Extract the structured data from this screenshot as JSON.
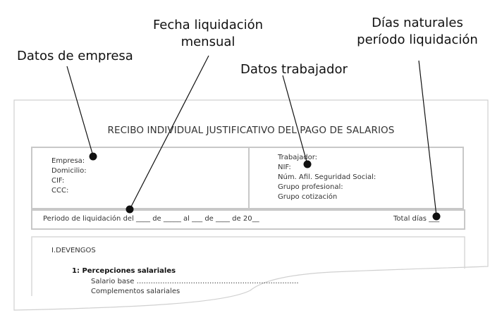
{
  "callouts": {
    "empresa": "Datos de empresa",
    "fecha": [
      "Fecha liquidación",
      "mensual"
    ],
    "trabajador": "Datos trabajador",
    "dias": [
      "Días naturales",
      "período liquidación"
    ]
  },
  "document": {
    "title": "RECIBO INDIVIDUAL JUSTIFICATIVO DEL PAGO DE SALARIOS",
    "empresa_fields": [
      "Empresa:",
      "Domicilio:",
      "CIF:",
      "CCC:"
    ],
    "trabajador_fields": [
      "Trabajador:",
      "NIF:",
      "Núm. Afil. Seguridad Social:",
      "Grupo profesional:",
      "Grupo cotización"
    ],
    "periodo": "Periodo de liquidación del ____ de _____ al ___ de ____ de 20__",
    "total_dias": "Total días ___",
    "devengos": {
      "heading": "I.DEVENGOS",
      "subheading": "1: Percepciones salariales",
      "salario_base": "Salario base ……………………………………………………………",
      "complementos": "Complementos salariales"
    }
  },
  "colors": {
    "box_border": "#c8c8c8",
    "marker": "#111111",
    "text": "#333333"
  }
}
